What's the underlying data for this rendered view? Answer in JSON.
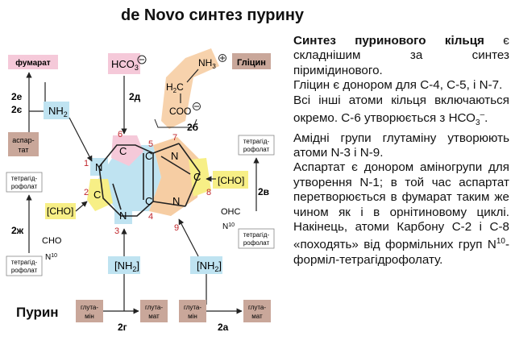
{
  "title": "de Novo синтез пурину",
  "purine_label": "Пурин",
  "paragraph": {
    "p1_bold": "Синтез пуринового кільця",
    "p1_rest": " є складнішим за синтез піримідинового.",
    "p2": "Гліцин є донором для С-4, С-5, і N-7.",
    "p3_a": "Всі інші атоми кільця включаються окремо. С-6 утворюється з НСО",
    "p3_sub": "3",
    "p3_sup": "–",
    "p3_end": ".",
    "p4": "Амідні групи глутаміну утворюють атоми N-3 і N-9.",
    "p5": "Аспартат є донором аміногрупи для утворення N-1; в той час аспартат перетворюється в фумарат таким же чином як і в орнітиновому циклі. Накінець, атоми Карбону С-2 і С-8 «походять» від формільних груп N",
    "p5_sup": "10",
    "p5_end": "-форміл-тетрагідрофолату."
  },
  "labels": {
    "fumarate": "фумарат",
    "aspartate_1": "аспар-",
    "aspartate_2": "тат",
    "glycine": "Гліцин",
    "thf_1": "тетрагід-",
    "thf_2": "рофолат",
    "glutamine_1": "глута-",
    "glutamine_2": "мін",
    "glutamate_1": "глута-",
    "glutamate_2": "мат",
    "hco3": "HCO",
    "hco3_sub": "3",
    "nh2": "NH",
    "nh2_sub": "2",
    "cho": "CHO",
    "ohc": "OHC",
    "n10": "N",
    "n10_sup": "10",
    "cho2": "CHO",
    "n": "N",
    "c": "C",
    "h2c": "H",
    "h2c_2": "2",
    "h2c_3": "C",
    "coo": "COO",
    "nh3": "NH",
    "nh3_sub": "3"
  },
  "steps": {
    "s2e": "2е",
    "s2ye": "2є",
    "s2d": "2д",
    "s2b": "2б",
    "s2v": "2в",
    "s2zh": "2ж",
    "s2g": "2г",
    "s2a": "2а"
  },
  "numbers": [
    "1",
    "2",
    "3",
    "4",
    "5",
    "6",
    "7",
    "8",
    "9"
  ],
  "colors": {
    "pink": "#f5c9d9",
    "blue": "#bfe3f1",
    "yellow": "#f7ef86",
    "orange": "#f6cda3",
    "brown": "#c9a79a",
    "red": "#c0272d"
  }
}
